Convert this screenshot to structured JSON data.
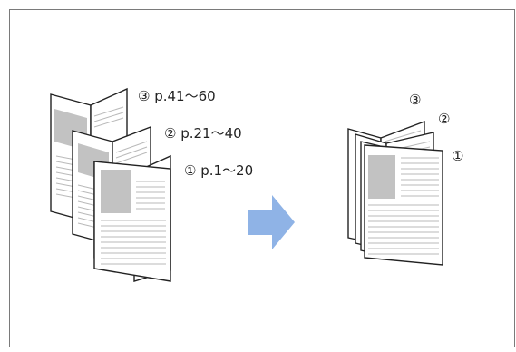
{
  "labels": {
    "left_section_3": "③ p.41～60",
    "left_section_2": "② p.21～40",
    "left_section_1": "① p.1～20",
    "right_section_3": "③",
    "right_section_2": "②",
    "right_section_1": "①"
  },
  "colors": {
    "arrow": "#8fb3e6",
    "image_block": "#c0c0c0",
    "outline": "#222222",
    "frame_border": "#7a7a7a"
  },
  "icons": {
    "arrow": "arrow-right-icon"
  }
}
